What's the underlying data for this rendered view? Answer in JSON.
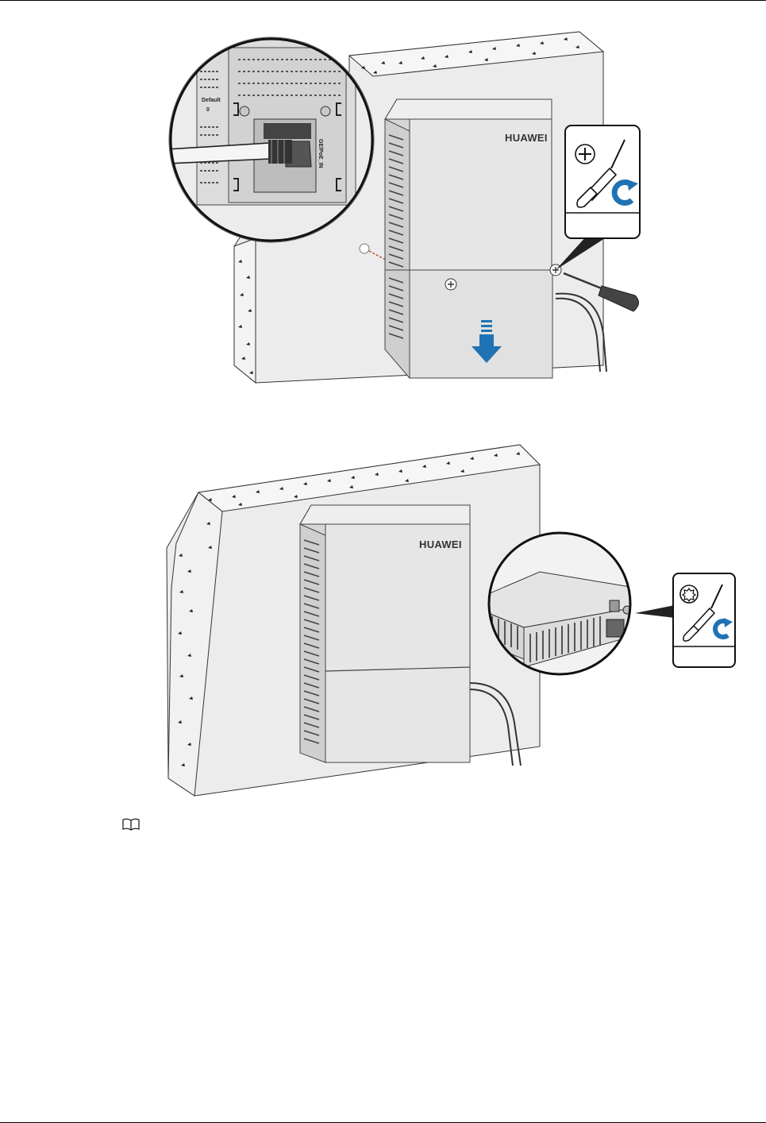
{
  "figure1": {
    "device_brand": "HUAWEI",
    "inset_label_default": "Default",
    "inset_label_zero": "0",
    "inset_label_port": "GE/PoE_IN",
    "tool_icon": "phillips-screwdriver-icon",
    "rotate_icon": "clockwise-arrow-icon",
    "arrow_icon": "down-arrow-icon"
  },
  "figure2": {
    "device_brand": "HUAWEI",
    "tool_icon": "torx-screwdriver-icon",
    "rotate_icon": "clockwise-arrow-icon"
  },
  "note": {
    "icon": "book-note-icon"
  },
  "colors": {
    "accent_blue": "#1f73b4",
    "wall_gray": "#ebebeb",
    "device_gray": "#e3e3e3"
  }
}
